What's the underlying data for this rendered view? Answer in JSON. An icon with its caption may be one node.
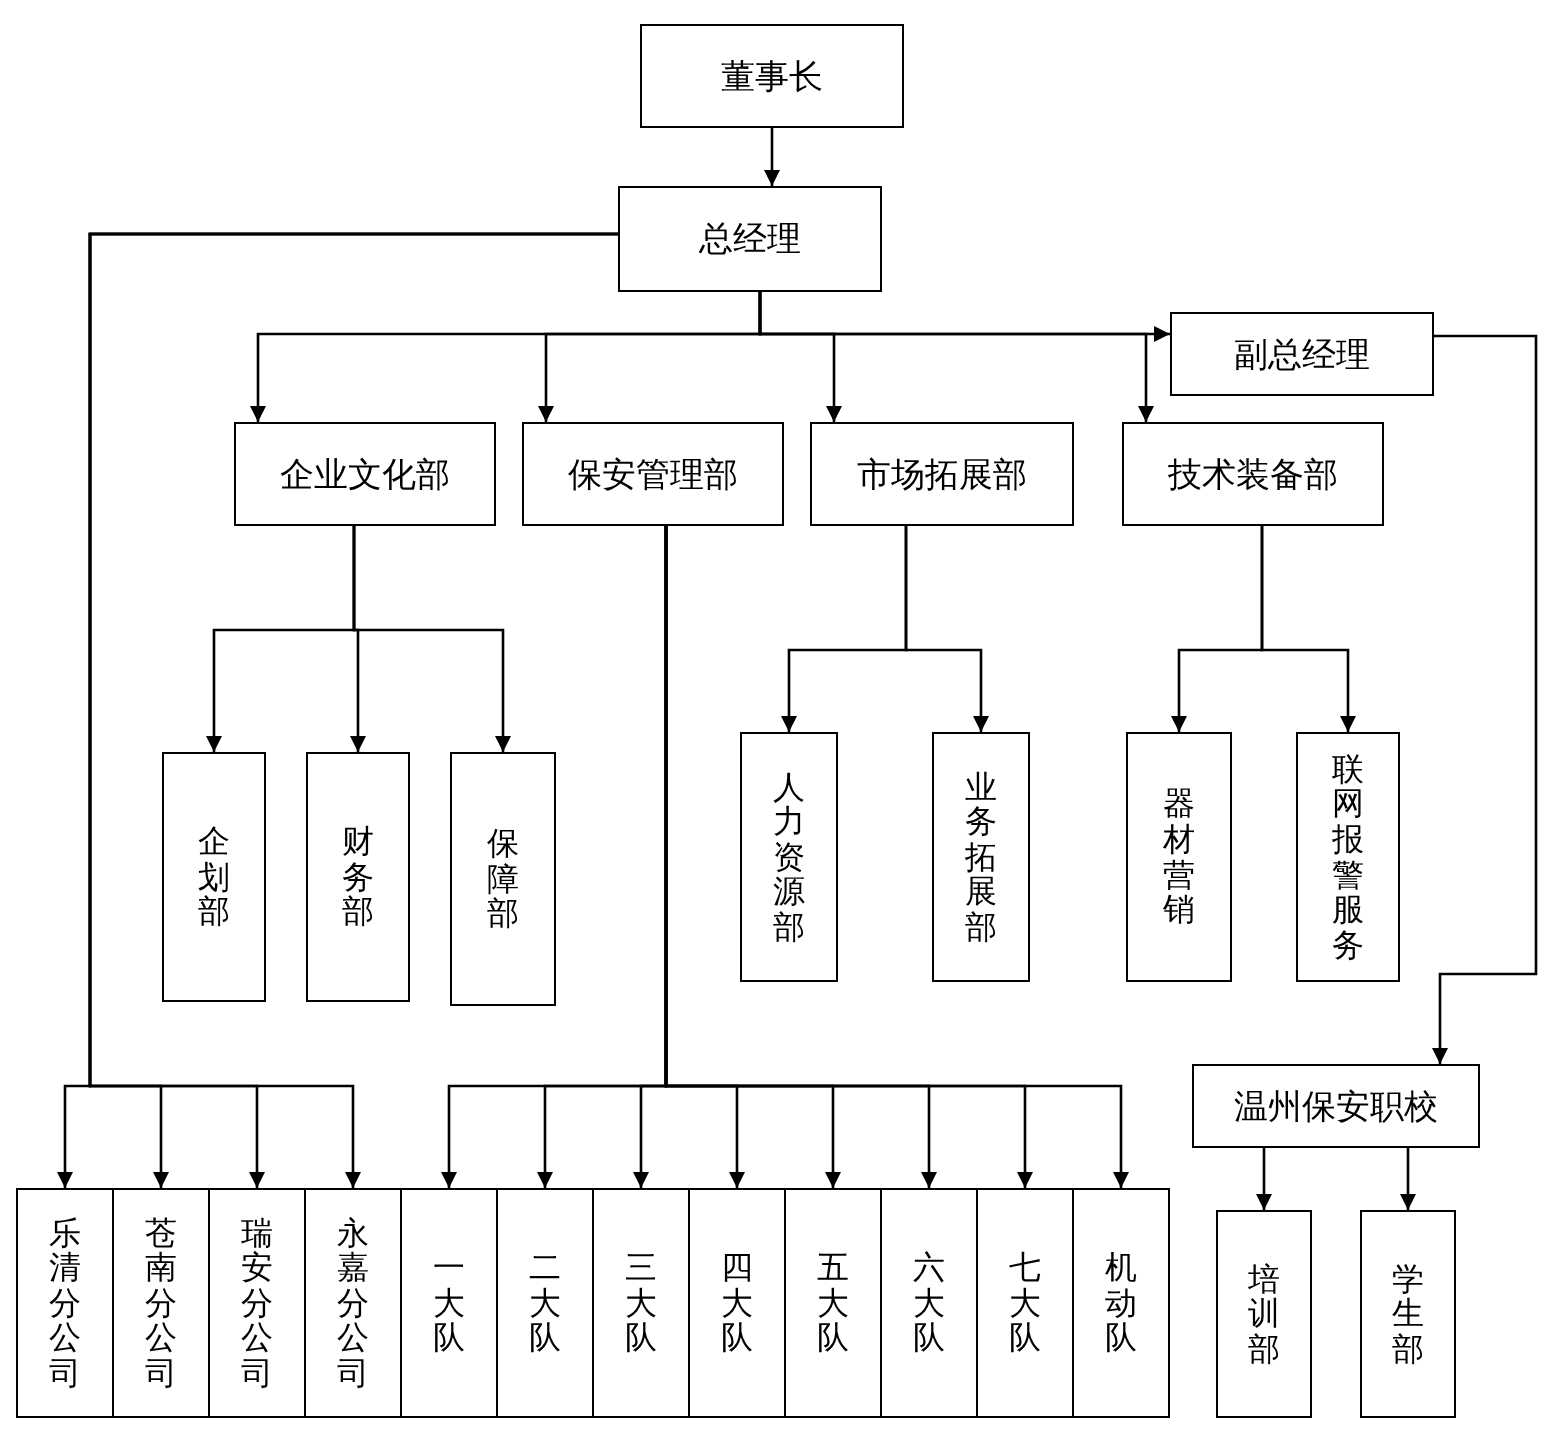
{
  "diagram": {
    "nodes": [
      {
        "text": [
          "董事长"
        ]
      },
      {
        "text": [
          "总经理"
        ]
      },
      {
        "text": [
          "副总经理"
        ]
      },
      {
        "text": [
          "企业文化部"
        ]
      },
      {
        "text": [
          "保安管理部"
        ]
      },
      {
        "text": [
          "市场拓展部"
        ]
      },
      {
        "text": [
          "技术装备部"
        ]
      },
      {
        "text": [
          "企划部"
        ]
      },
      {
        "text": [
          "财务部"
        ]
      },
      {
        "text": [
          "保障部"
        ]
      },
      {
        "text": [
          "人力资源部"
        ]
      },
      {
        "text": [
          "业务拓展部"
        ]
      },
      {
        "text": [
          "器材营销"
        ]
      },
      {
        "text": [
          "联网报警服务"
        ]
      },
      {
        "text": [
          "乐清分公司"
        ]
      },
      {
        "text": [
          "苍南分公司"
        ]
      },
      {
        "text": [
          "瑞安分公司"
        ]
      },
      {
        "text": [
          "永嘉分公司"
        ]
      },
      {
        "text": [
          "一大队"
        ]
      },
      {
        "text": [
          "二大队"
        ]
      },
      {
        "text": [
          "三大队"
        ]
      },
      {
        "text": [
          "四大队"
        ]
      },
      {
        "text": [
          "五大队"
        ]
      },
      {
        "text": [
          "六大队"
        ]
      },
      {
        "text": [
          "七大队"
        ]
      },
      {
        "text": [
          "机动队"
        ]
      },
      {
        "text": [
          "温州保安职校"
        ]
      },
      {
        "text": [
          "培训部"
        ]
      },
      {
        "text": [
          "学生部"
        ]
      }
    ],
    "edges": [
      {
        "from": 0,
        "to": 1,
        "arrow": "to"
      },
      {
        "from": 1,
        "to": 3,
        "arrow": "to"
      },
      {
        "from": 1,
        "to": 4,
        "arrow": "to"
      },
      {
        "from": 1,
        "to": 5,
        "arrow": "to"
      },
      {
        "from": 1,
        "to": 6,
        "arrow": "to"
      },
      {
        "from": 1,
        "to": 2,
        "arrow": "to"
      },
      {
        "from": 1,
        "to": 14,
        "arrow": "to"
      },
      {
        "from": 1,
        "to": 15,
        "arrow": "to"
      },
      {
        "from": 1,
        "to": 16,
        "arrow": "to"
      },
      {
        "from": 1,
        "to": 17,
        "arrow": "to"
      },
      {
        "from": 3,
        "to": 7,
        "arrow": "to"
      },
      {
        "from": 3,
        "to": 8,
        "arrow": "to"
      },
      {
        "from": 3,
        "to": 9,
        "arrow": "to"
      },
      {
        "from": 4,
        "to": 18,
        "arrow": "to"
      },
      {
        "from": 4,
        "to": 19,
        "arrow": "to"
      },
      {
        "from": 4,
        "to": 20,
        "arrow": "to"
      },
      {
        "from": 4,
        "to": 21,
        "arrow": "to"
      },
      {
        "from": 4,
        "to": 22,
        "arrow": "to"
      },
      {
        "from": 4,
        "to": 23,
        "arrow": "to"
      },
      {
        "from": 4,
        "to": 24,
        "arrow": "to"
      },
      {
        "from": 4,
        "to": 25,
        "arrow": "to"
      },
      {
        "from": 5,
        "to": 10,
        "arrow": "to"
      },
      {
        "from": 5,
        "to": 11,
        "arrow": "to"
      },
      {
        "from": 6,
        "to": 12,
        "arrow": "to"
      },
      {
        "from": 6,
        "to": 13,
        "arrow": "to"
      },
      {
        "from": 2,
        "to": 26,
        "arrow": "to"
      },
      {
        "from": 26,
        "to": 27,
        "arrow": "to"
      },
      {
        "from": 26,
        "to": 28,
        "arrow": "to"
      }
    ]
  }
}
